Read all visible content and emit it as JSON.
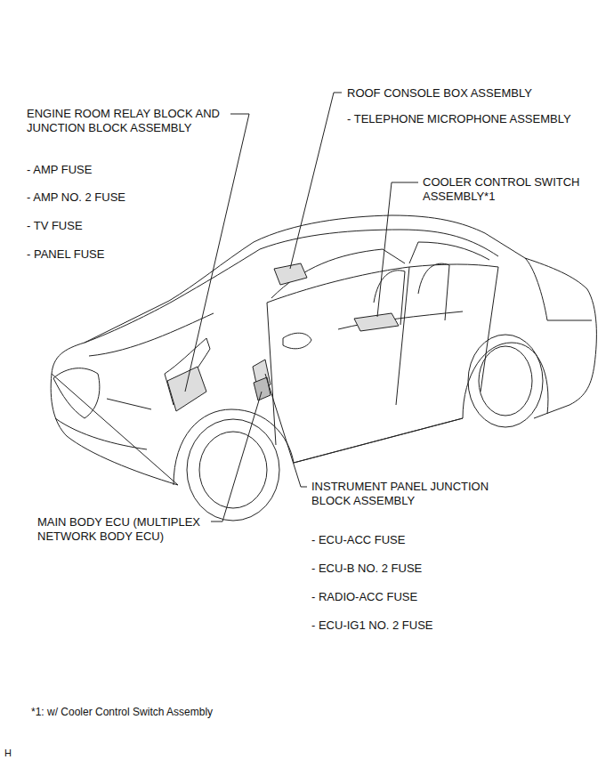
{
  "diagram": {
    "labels": [
      "ROOF CONSOLE BOX ASSEMBLY",
      "- TELEPHONE MICROPHONE ASSEMBLY",
      "ENGINE ROOM RELAY BLOCK AND JUNCTION BLOCK ASSEMBLY",
      "- AMP FUSE",
      "- AMP NO. 2 FUSE",
      "- TV FUSE",
      "- PANEL FUSE",
      "COOLER CONTROL SWITCH ASSEMBLY*1",
      "INSTRUMENT PANEL JUNCTION BLOCK ASSEMBLY",
      "- ECU-ACC FUSE",
      "- ECU-B NO. 2 FUSE",
      "- RADIO-ACC FUSE",
      "- ECU-IG1 NO. 2 FUSE",
      "MAIN BODY ECU (MULTIPLEX NETWORK BODY ECU)",
      "*1: w/ Cooler Control Switch Assembly",
      "H"
    ]
  }
}
